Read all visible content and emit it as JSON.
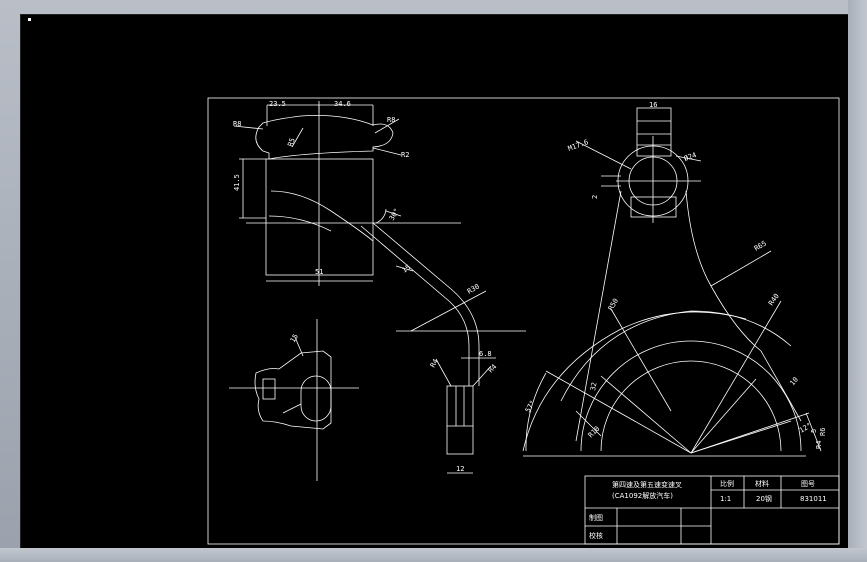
{
  "drawing": {
    "dims": {
      "w_23_5": "23.5",
      "w_34_6": "34.6",
      "r8_a": "R8",
      "r8_b": "R8",
      "r5": "R5",
      "h_41_5": "41.5",
      "r2": "R2",
      "a_30": "30°",
      "w_51": "51",
      "r_15": "15",
      "r30": "R30",
      "w_6_8": "6.8",
      "r4_a": "R4",
      "r4_b": "R4",
      "w_12": "12",
      "w_16": "16",
      "m17": "M17.6",
      "phi24": "Ø24",
      "small_2": "2",
      "r65": "R65",
      "r50": "R50",
      "r40": "R40",
      "n32": "32",
      "a57": "57°",
      "n10": "10",
      "a12": "12°",
      "r10": "R10",
      "n5": "5",
      "r6": "R6",
      "r4_c": "R4"
    },
    "title_block": {
      "part_name_line1": "第四速及第五速变速叉",
      "part_name_line2": "(CA1092解放汽车)",
      "scale_label": "比例",
      "scale_value": "1:1",
      "material_label": "材料",
      "material_value": "20钢",
      "drawing_no_label": "图号",
      "drawing_no_value": "831011",
      "drawn_by_label": "制图",
      "checked_by_label": "校核"
    }
  }
}
